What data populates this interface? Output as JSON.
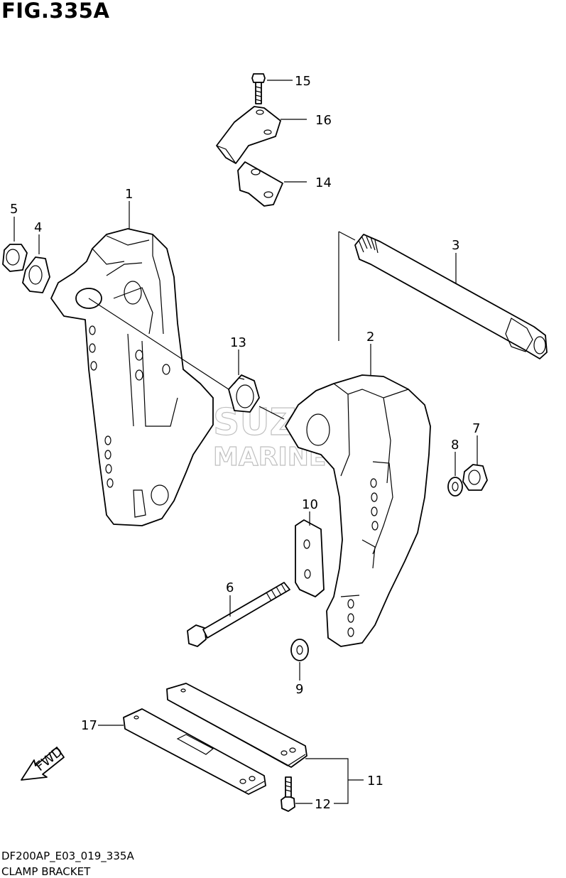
{
  "figure": {
    "title": "FIG.335A",
    "footer_code": "DF200AP_E03_019_335A",
    "footer_name": "CLAMP BRACKET"
  },
  "watermark": {
    "line1": "SUZUKI",
    "line2": "MARINE PARTS"
  },
  "fwd_arrow": {
    "label": "FWD",
    "icon": "fwd-arrow-icon"
  },
  "callouts": {
    "c1": "1",
    "c2": "2",
    "c3": "3",
    "c4": "4",
    "c5": "5",
    "c6": "6",
    "c7": "7",
    "c8": "8",
    "c9": "9",
    "c10": "10",
    "c11": "11",
    "c12": "12",
    "c13": "13",
    "c14": "14",
    "c15": "15",
    "c16": "16",
    "c17": "17"
  }
}
